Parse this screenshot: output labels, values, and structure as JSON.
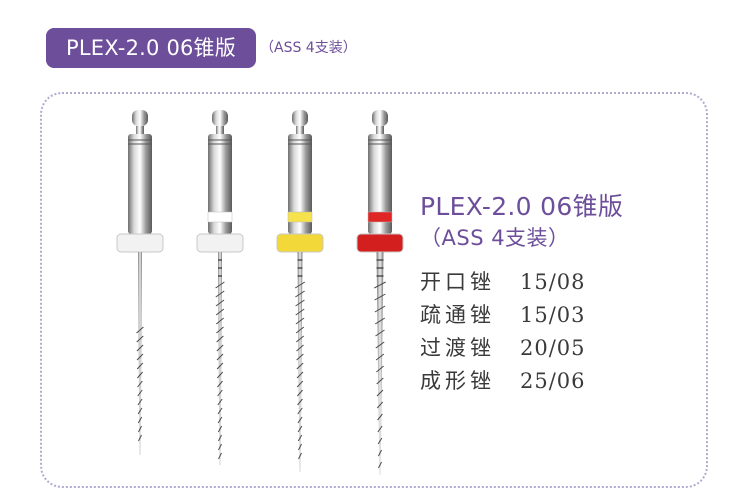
{
  "header": {
    "title": "PLEX-2.0 06锥版",
    "subtitle": "（ASS 4支装）"
  },
  "spec": {
    "title": "PLEX-2.0 06锥版",
    "subtitle": "（ASS 4支装）",
    "items": [
      {
        "name": "开口锉",
        "size": "15/08"
      },
      {
        "name": "疏通锉",
        "size": "15/03"
      },
      {
        "name": "过渡锉",
        "size": "20/05"
      },
      {
        "name": "成形锉",
        "size": "25/06"
      }
    ]
  },
  "files": [
    {
      "icon": "endodontic-file-icon",
      "ring_color": "",
      "stop_color": "#f2f2f2"
    },
    {
      "icon": "endodontic-file-icon",
      "ring_color": "#ffffff",
      "stop_color": "#f2f2f2"
    },
    {
      "icon": "endodontic-file-icon",
      "ring_color": "#f6e24a",
      "stop_color": "#f3d83a"
    },
    {
      "icon": "endodontic-file-icon",
      "ring_color": "#e02525",
      "stop_color": "#d41f1f"
    }
  ],
  "colors": {
    "brand_purple": "#6d4e9a",
    "frame_border": "#b4aad0",
    "body_text": "#3a3a3a"
  }
}
